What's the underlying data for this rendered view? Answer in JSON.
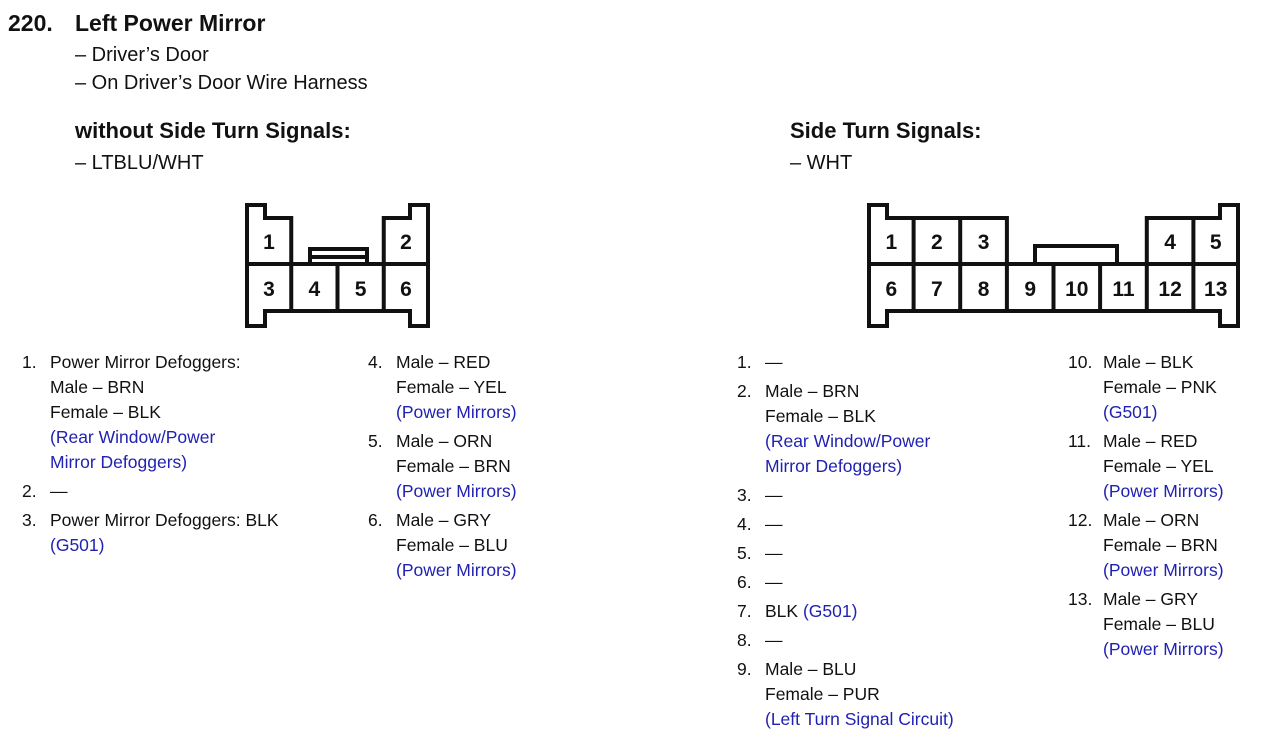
{
  "colors": {
    "ink": "#111111",
    "link_blue": "#2121b2"
  },
  "header": {
    "number": "220.",
    "title": "Left Power Mirror",
    "notes": [
      "– Driver’s Door",
      "– On Driver’s Door Wire Harness"
    ]
  },
  "sections": [
    {
      "heading": "without Side Turn Signals:",
      "wire": "– LTBLU/WHT",
      "connector": {
        "top_cells": [
          "1",
          "2"
        ],
        "bottom_cells": [
          "3",
          "4",
          "5",
          "6"
        ]
      },
      "columns": [
        [
          {
            "num": "1.",
            "lines": [
              [
                {
                  "t": "Power Mirror Defoggers:"
                }
              ],
              [
                {
                  "t": "Male – BRN"
                }
              ],
              [
                {
                  "t": "Female – BLK"
                }
              ],
              [
                {
                  "t": "(Rear Window/Power",
                  "blue": true
                }
              ],
              [
                {
                  "t": "Mirror Defoggers)",
                  "blue": true
                }
              ]
            ]
          },
          {
            "num": "2.",
            "lines": [
              [
                {
                  "t": "—"
                }
              ]
            ]
          },
          {
            "num": "3.",
            "lines": [
              [
                {
                  "t": "Power Mirror Defoggers: BLK"
                }
              ],
              [
                {
                  "t": "(G501)",
                  "blue": true
                }
              ]
            ]
          }
        ],
        [
          {
            "num": "4.",
            "lines": [
              [
                {
                  "t": "Male – RED"
                }
              ],
              [
                {
                  "t": "Female – YEL"
                }
              ],
              [
                {
                  "t": "(Power Mirrors)",
                  "blue": true
                }
              ]
            ]
          },
          {
            "num": "5.",
            "lines": [
              [
                {
                  "t": "Male – ORN"
                }
              ],
              [
                {
                  "t": "Female – BRN"
                }
              ],
              [
                {
                  "t": "(Power Mirrors)",
                  "blue": true
                }
              ]
            ]
          },
          {
            "num": "6.",
            "lines": [
              [
                {
                  "t": "Male – GRY"
                }
              ],
              [
                {
                  "t": "Female – BLU"
                }
              ],
              [
                {
                  "t": "(Power Mirrors)",
                  "blue": true
                }
              ]
            ]
          }
        ]
      ]
    },
    {
      "heading": "Side Turn Signals:",
      "wire": "– WHT",
      "connector": {
        "top_cells": [
          "1",
          "2",
          "3",
          "4",
          "5"
        ],
        "bottom_cells": [
          "6",
          "7",
          "8",
          "9",
          "10",
          "11",
          "12",
          "13"
        ]
      },
      "columns": [
        [
          {
            "num": "1.",
            "lines": [
              [
                {
                  "t": "—"
                }
              ]
            ]
          },
          {
            "num": "2.",
            "lines": [
              [
                {
                  "t": "Male – BRN"
                }
              ],
              [
                {
                  "t": "Female – BLK"
                }
              ],
              [
                {
                  "t": "(Rear Window/Power",
                  "blue": true
                }
              ],
              [
                {
                  "t": "Mirror Defoggers)",
                  "blue": true
                }
              ]
            ]
          },
          {
            "num": "3.",
            "lines": [
              [
                {
                  "t": "—"
                }
              ]
            ]
          },
          {
            "num": "4.",
            "lines": [
              [
                {
                  "t": "—"
                }
              ]
            ]
          },
          {
            "num": "5.",
            "lines": [
              [
                {
                  "t": "—"
                }
              ]
            ]
          },
          {
            "num": "6.",
            "lines": [
              [
                {
                  "t": "—"
                }
              ]
            ]
          },
          {
            "num": "7.",
            "lines": [
              [
                {
                  "t": "BLK "
                },
                {
                  "t": "(G501)",
                  "blue": true
                }
              ]
            ]
          },
          {
            "num": "8.",
            "lines": [
              [
                {
                  "t": "—"
                }
              ]
            ]
          },
          {
            "num": "9.",
            "lines": [
              [
                {
                  "t": "Male – BLU"
                }
              ],
              [
                {
                  "t": "Female – PUR"
                }
              ],
              [
                {
                  "t": "(Left Turn Signal Circuit)",
                  "blue": true
                }
              ]
            ]
          }
        ],
        [
          {
            "num": "10.",
            "lines": [
              [
                {
                  "t": "Male – BLK"
                }
              ],
              [
                {
                  "t": "Female – PNK"
                }
              ],
              [
                {
                  "t": "(G501)",
                  "blue": true
                }
              ]
            ]
          },
          {
            "num": "11.",
            "lines": [
              [
                {
                  "t": "Male – RED"
                }
              ],
              [
                {
                  "t": "Female – YEL"
                }
              ],
              [
                {
                  "t": "(Power Mirrors)",
                  "blue": true
                }
              ]
            ]
          },
          {
            "num": "12.",
            "lines": [
              [
                {
                  "t": "Male – ORN"
                }
              ],
              [
                {
                  "t": "Female – BRN"
                }
              ],
              [
                {
                  "t": "(Power Mirrors)",
                  "blue": true
                }
              ]
            ]
          },
          {
            "num": "13.",
            "lines": [
              [
                {
                  "t": "Male – GRY"
                }
              ],
              [
                {
                  "t": "Female – BLU"
                }
              ],
              [
                {
                  "t": "(Power Mirrors)",
                  "blue": true
                }
              ]
            ]
          }
        ]
      ]
    }
  ]
}
